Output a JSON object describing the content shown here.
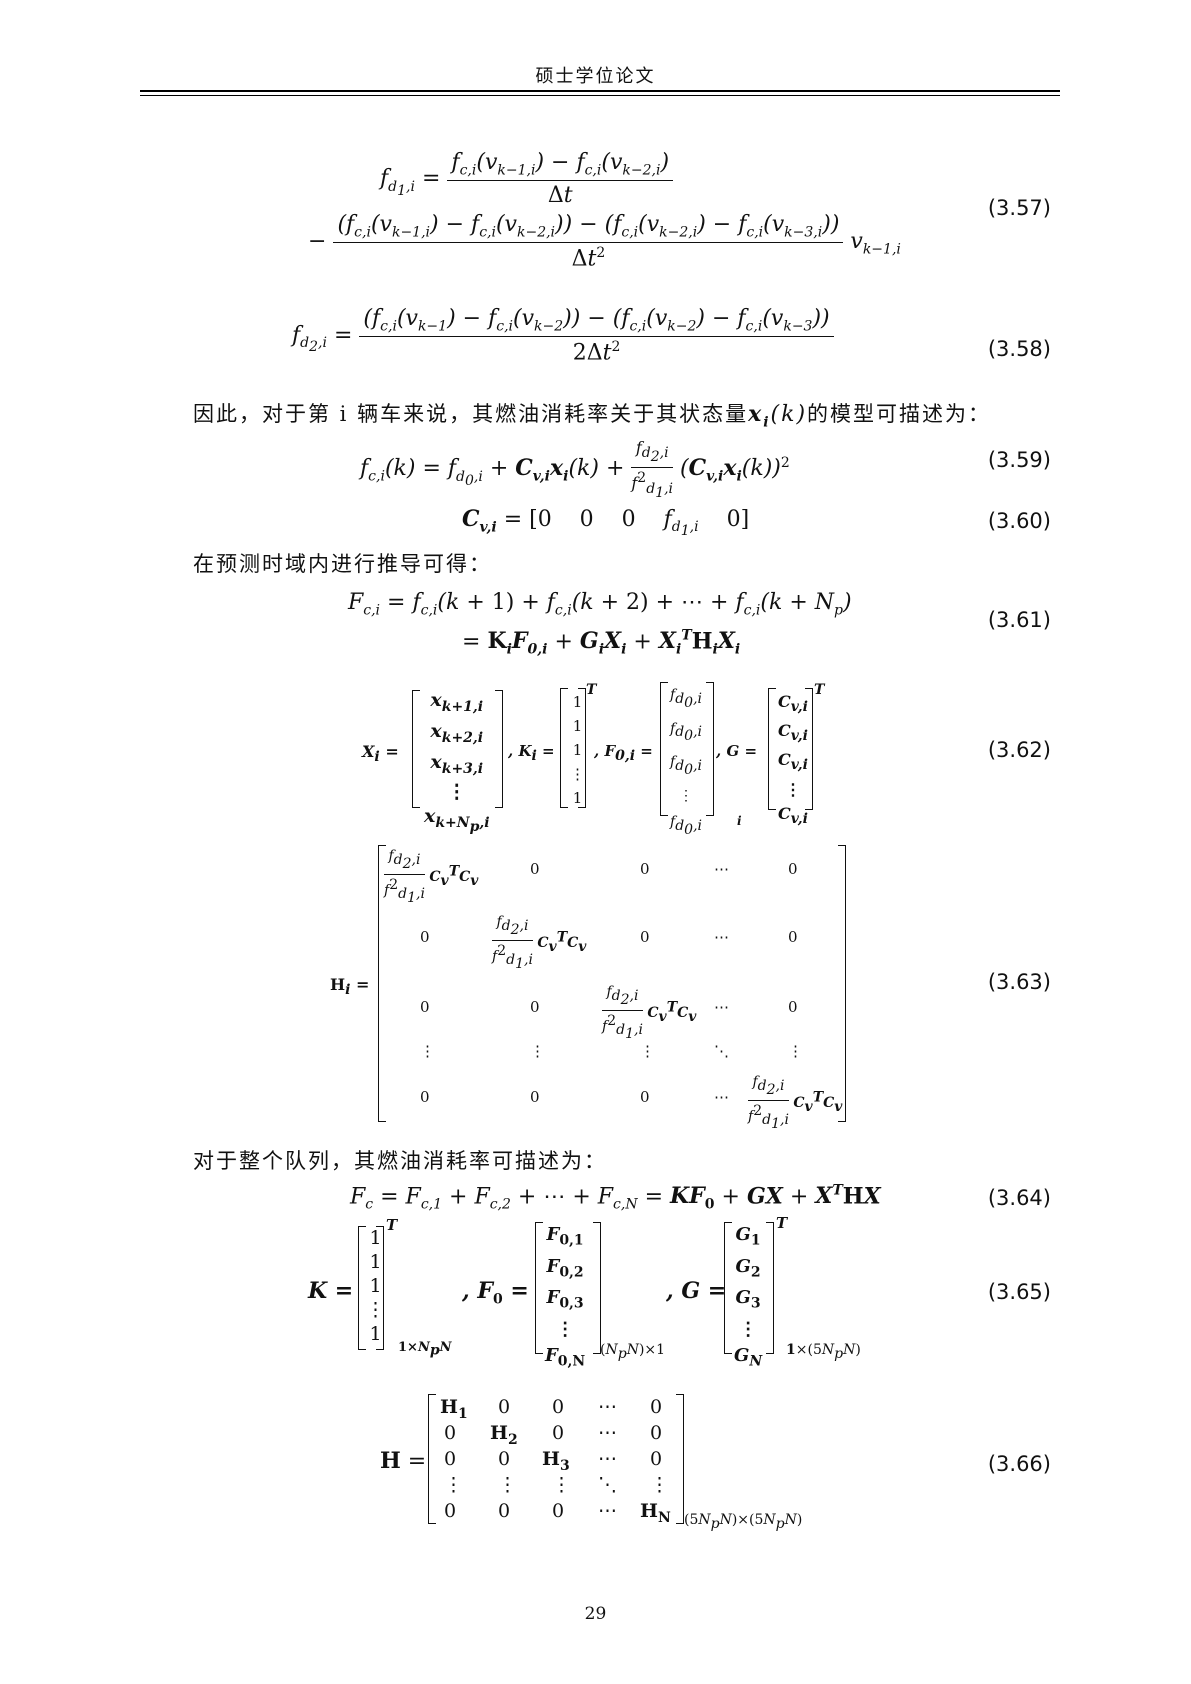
{
  "header": {
    "title": "硕士学位论文"
  },
  "paragraphs": {
    "p1": "因此，对于第 i 辆车来说，其燃油消耗率关于其状态量",
    "p1_tail": "的模型可描述为：",
    "p2": "在预测时域内进行推导可得：",
    "p3": "对于整个队列，其燃油消耗率可描述为："
  },
  "equation_numbers": {
    "e357": "(3.57)",
    "e358": "(3.58)",
    "e359": "(3.59)",
    "e360": "(3.60)",
    "e361": "(3.61)",
    "e362": "(3.62)",
    "e363": "(3.63)",
    "e364": "(3.64)",
    "e365": "(3.65)",
    "e366": "(3.66)"
  },
  "page_number": "29"
}
